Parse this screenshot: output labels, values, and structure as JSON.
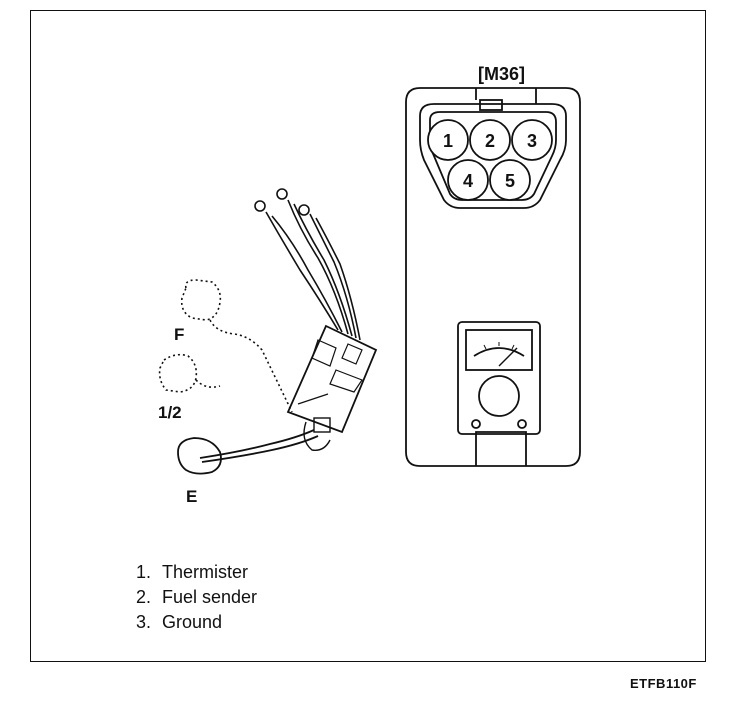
{
  "diagram": {
    "connector_label": "[M36]",
    "pins": [
      "1",
      "2",
      "3",
      "4",
      "5"
    ],
    "sender_labels": {
      "full": "F",
      "half": "1/2",
      "empty": "E"
    }
  },
  "legend": [
    {
      "num": "1.",
      "text": "Thermister"
    },
    {
      "num": "2.",
      "text": "Fuel sender"
    },
    {
      "num": "3.",
      "text": "Ground"
    }
  ],
  "figure_code": "ETFB110F"
}
